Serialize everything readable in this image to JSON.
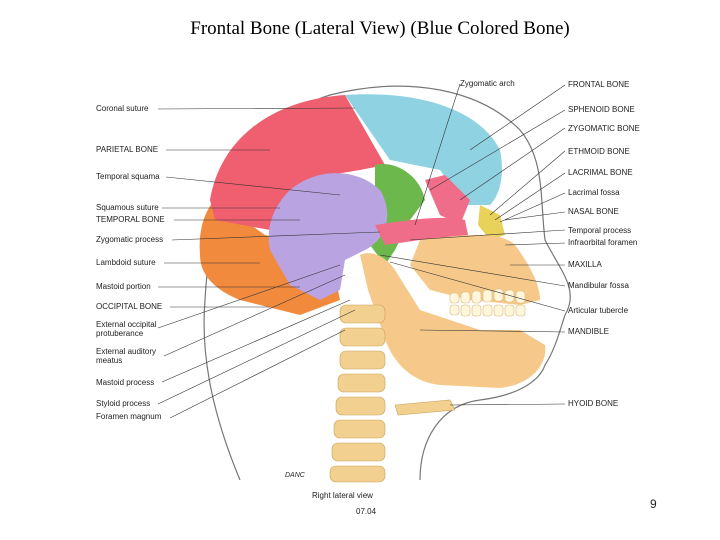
{
  "title": "Frontal Bone (Lateral View) (Blue Colored Bone)",
  "labels_left": [
    "Coronal suture",
    "PARIETAL BONE",
    "Temporal squama",
    "Squamous suture",
    "TEMPORAL BONE",
    "Zygomatic process",
    "Lambdoid suture",
    "Mastoid portion",
    "OCCIPITAL BONE",
    "External occipital",
    "protuberance",
    "External auditory",
    "meatus",
    "Mastoid process",
    "Styloid process",
    "Foramen magnum"
  ],
  "labels_right": [
    "Zygomatic arch",
    "FRONTAL BONE",
    "SPHENOID BONE",
    "ZYGOMATIC BONE",
    "ETHMOID BONE",
    "LACRIMAL BONE",
    "Lacrimal fossa",
    "NASAL BONE",
    "Temporal process",
    "Infraorbital foramen",
    "MAXILLA",
    "Mandibular fossa",
    "Articular tubercle",
    "MANDIBLE",
    "HYOID BONE"
  ],
  "caption": "Right lateral view",
  "figure_code": "07.04",
  "signature": "DANC",
  "page_number": "9",
  "colors": {
    "frontal": "#8fd3e3",
    "parietal": "#ef5f6f",
    "temporal": "#b9a3e0",
    "sphenoid": "#6db84d",
    "occipital": "#f28a3d",
    "zygomatic": "#f06d8a",
    "maxilla_mandible": "#f6c98a",
    "ethmoid": "#e8d25a",
    "spine": "#f2d08f"
  }
}
